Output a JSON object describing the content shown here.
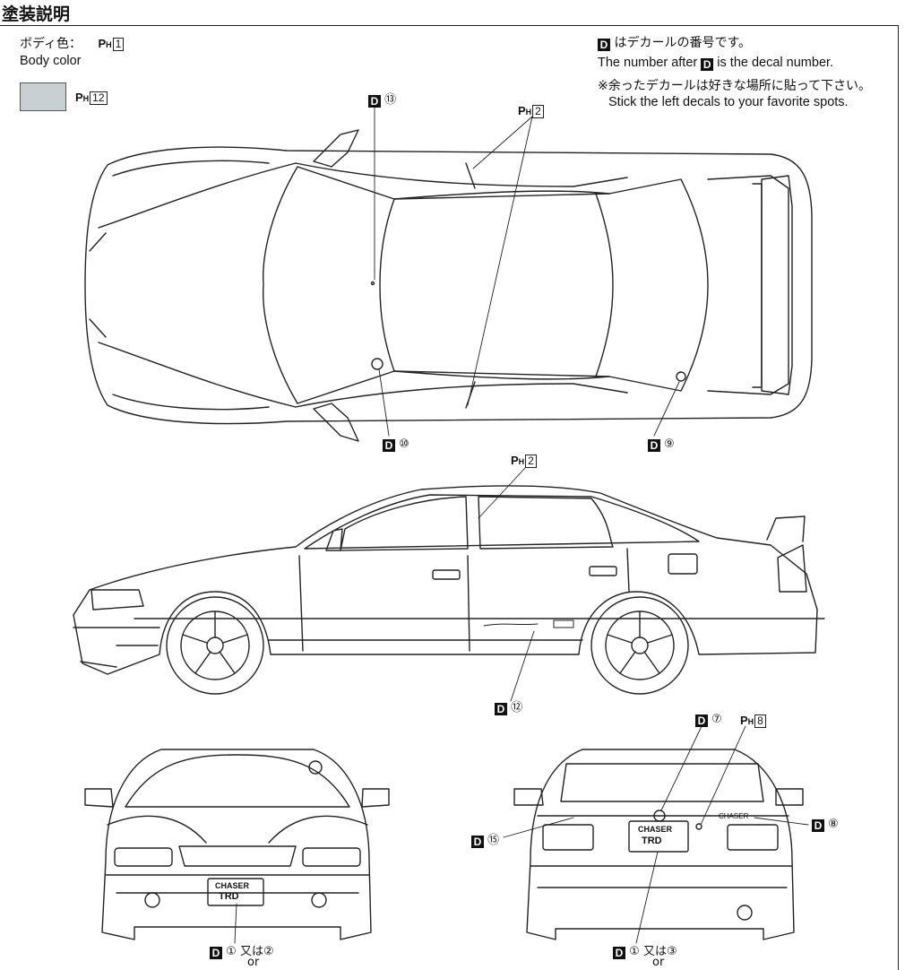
{
  "header": {
    "title": "塗装説明"
  },
  "legend": {
    "body_color_jp": "ボディ色：",
    "body_color_en": "Body color",
    "paint_prefix": "P",
    "paint_sub": "H",
    "body_color_num": "1",
    "swatch_num": "12",
    "swatch_color": "#c9d0d3"
  },
  "notes": {
    "decal_key": "D",
    "line1_jp": "はデカールの番号です。",
    "line2_en_pre": "The number after",
    "line2_en_post": "is the decal number.",
    "line3_jp": "※余ったデカールは好きな場所に貼って下さい。",
    "line4_en": "Stick the left decals to your favorite spots."
  },
  "callouts": {
    "top_d13": "⑬",
    "top_ph2": "2",
    "top_d10": "⑩",
    "top_d9": "⑨",
    "side_ph2": "2",
    "side_d12": "⑫",
    "rear_d7": "⑦",
    "rear_ph8": "8",
    "rear_d15": "⑮",
    "rear_d8": "⑧",
    "front_d1": "①",
    "front_or_jp": "又は",
    "front_d2": "②",
    "front_or_en": "or",
    "rear_d1": "①",
    "rear_or_jp": "又は",
    "rear_d3": "③",
    "rear_or_en": "or"
  },
  "plates": {
    "front_line1": "CHASER",
    "front_line2": "TRD",
    "rear_line1": "CHASER",
    "rear_line2": "TRD",
    "trunk_badge": "CHASER"
  }
}
